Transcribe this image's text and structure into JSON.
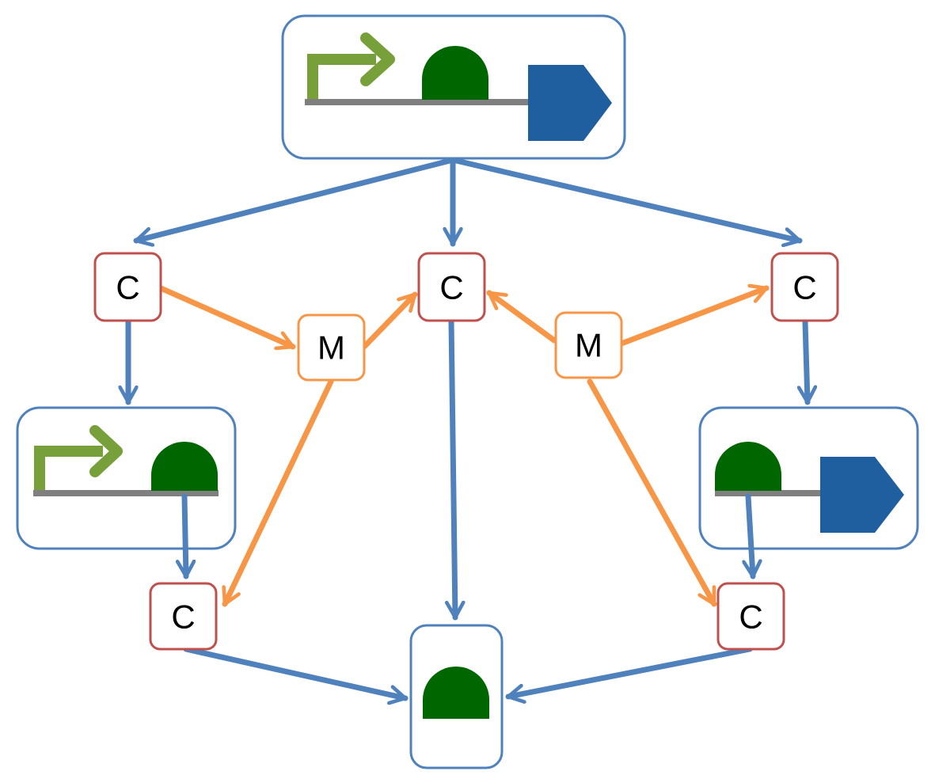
{
  "diagram": {
    "nodes": {
      "c_left": "C",
      "c_center": "C",
      "c_right": "C",
      "c_bottom_left": "C",
      "c_bottom_right": "C",
      "m_left": "M",
      "m_right": "M"
    },
    "colors": {
      "container_border": "#4f81bd",
      "c_node_border": "#c0504d",
      "m_node_border": "#f79646",
      "blue_arrow": "#4f81bd",
      "orange_arrow": "#f79646",
      "promoter_arrow": "#77a03a",
      "rbs_dome": "#006600",
      "cds_shape": "#1f5fa0",
      "backbone_line": "#7f7f7f"
    },
    "icons": [
      "promoter-icon",
      "rbs-icon",
      "cds-icon",
      "dna-backbone"
    ]
  }
}
